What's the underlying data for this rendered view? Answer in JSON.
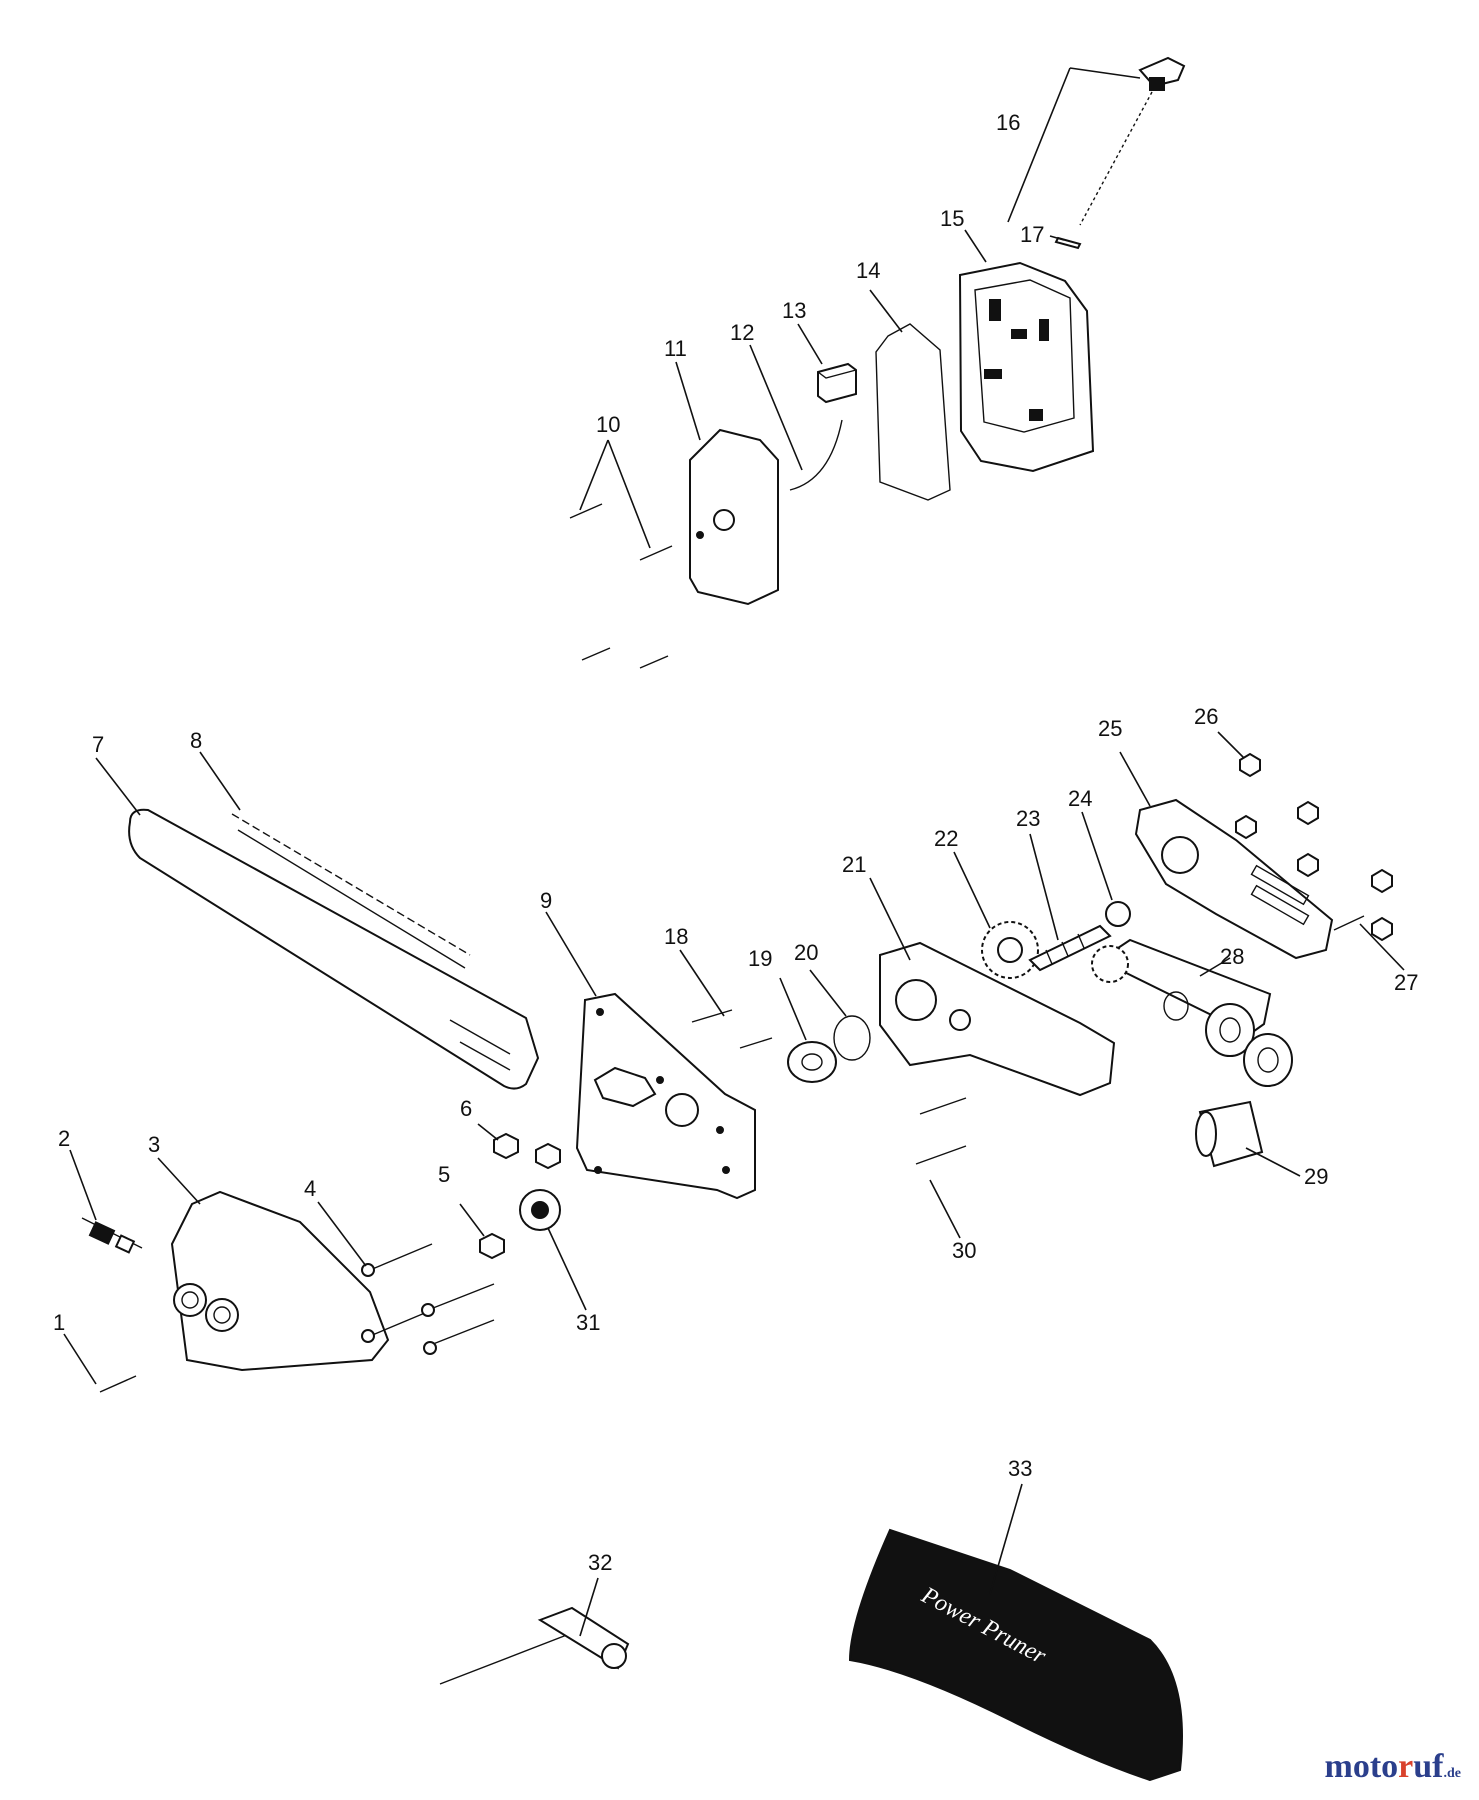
{
  "callouts": [
    {
      "id": 1,
      "text": "1"
    },
    {
      "id": 2,
      "text": "2"
    },
    {
      "id": 3,
      "text": "3"
    },
    {
      "id": 4,
      "text": "4"
    },
    {
      "id": 5,
      "text": "5"
    },
    {
      "id": 6,
      "text": "6"
    },
    {
      "id": 7,
      "text": "7"
    },
    {
      "id": 8,
      "text": "8"
    },
    {
      "id": 9,
      "text": "9"
    },
    {
      "id": 10,
      "text": "10"
    },
    {
      "id": 11,
      "text": "11"
    },
    {
      "id": 12,
      "text": "12"
    },
    {
      "id": 13,
      "text": "13"
    },
    {
      "id": 14,
      "text": "14"
    },
    {
      "id": 15,
      "text": "15"
    },
    {
      "id": 16,
      "text": "16"
    },
    {
      "id": 17,
      "text": "17"
    },
    {
      "id": 18,
      "text": "18"
    },
    {
      "id": 19,
      "text": "19"
    },
    {
      "id": 20,
      "text": "20"
    },
    {
      "id": 21,
      "text": "21"
    },
    {
      "id": 22,
      "text": "22"
    },
    {
      "id": 23,
      "text": "23"
    },
    {
      "id": 24,
      "text": "24"
    },
    {
      "id": 25,
      "text": "25"
    },
    {
      "id": 26,
      "text": "26"
    },
    {
      "id": 27,
      "text": "27"
    },
    {
      "id": 28,
      "text": "28"
    },
    {
      "id": 29,
      "text": "29"
    },
    {
      "id": 30,
      "text": "30"
    },
    {
      "id": 31,
      "text": "31"
    },
    {
      "id": 32,
      "text": "32"
    },
    {
      "id": 33,
      "text": "33"
    }
  ],
  "scabbard_text": "Power Pruner",
  "watermark": {
    "part1": "moto",
    "part2": "r",
    "part3": "uf",
    "tld": ".de"
  },
  "colors": {
    "ink": "#111111",
    "watermark_blue": "#2b3f8c",
    "watermark_red": "#d9422c"
  }
}
